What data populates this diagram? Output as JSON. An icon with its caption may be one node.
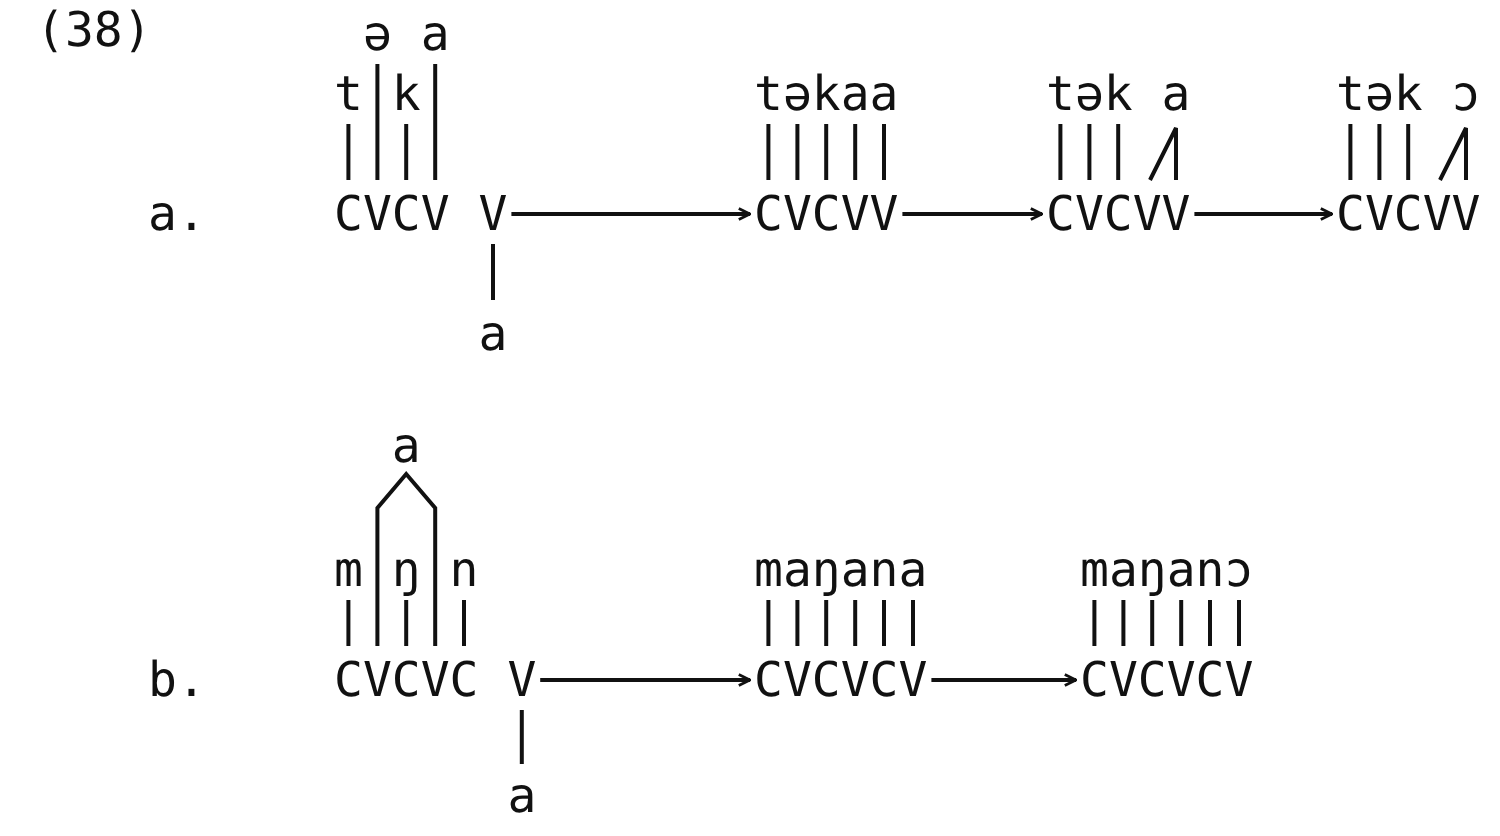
{
  "diagram": {
    "nodes": [
      {
        "text": [
          "ə a",
          "t k",
          "CVCV V",
          "a"
        ]
      },
      {
        "text": [
          "təkaa",
          "CVCVV"
        ]
      },
      {
        "text": [
          "tək a",
          "CVCVV"
        ]
      },
      {
        "text": [
          "tək ɔ",
          "CVCVV"
        ]
      },
      {
        "text": [
          "a",
          "m ŋ n",
          "CVCVC V",
          "a"
        ]
      },
      {
        "text": [
          "maŋana",
          "CVCVCV"
        ]
      },
      {
        "text": [
          "maŋanɔ",
          "CVCVCV"
        ]
      }
    ],
    "edges": [
      {
        "from": 0,
        "to": 1,
        "arrow": "to"
      },
      {
        "from": 1,
        "to": 2,
        "arrow": "to"
      },
      {
        "from": 2,
        "to": 3,
        "arrow": "to"
      },
      {
        "from": 4,
        "to": 5,
        "arrow": "to"
      },
      {
        "from": 5,
        "to": 6,
        "arrow": "to"
      }
    ],
    "labels": [
      "(38)",
      "a.",
      "b."
    ]
  }
}
